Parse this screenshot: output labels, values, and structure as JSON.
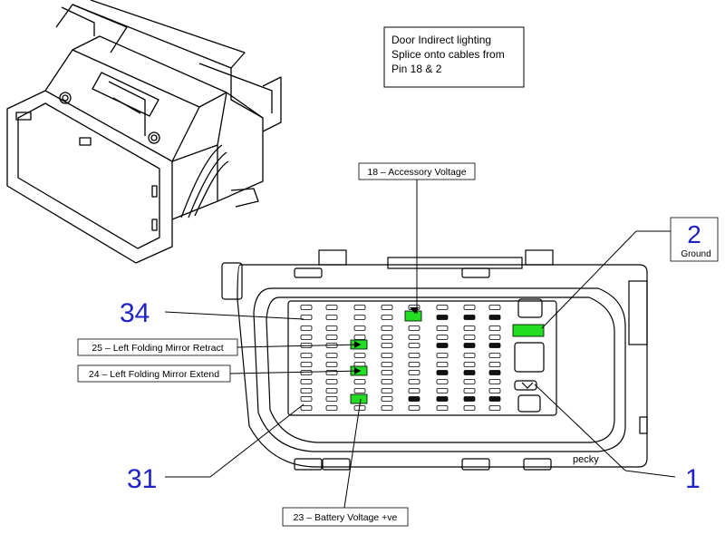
{
  "note": {
    "lines": [
      "Door Indirect lighting",
      "Splice onto cables from",
      "Pin 18 & 2"
    ]
  },
  "labels": {
    "pin18": "18 – Accessory Voltage",
    "pin25": "25 – Left Folding Mirror Retract",
    "pin24": "24 – Left Folding Mirror Extend",
    "pin23": "23 – Battery Voltage +ve",
    "ground_num": "2",
    "ground_text": "Ground"
  },
  "pin_numbers": {
    "p34": "34",
    "p31": "31",
    "p1": "1"
  },
  "signature": "pecky",
  "colors": {
    "highlight": "#22dd22",
    "pin_numbers": "#1f23c4"
  }
}
